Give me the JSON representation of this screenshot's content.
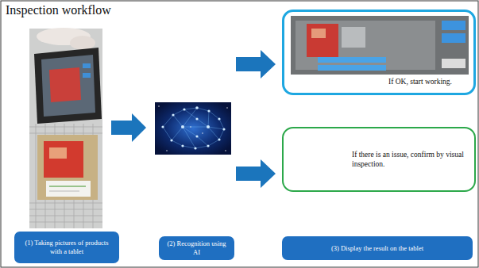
{
  "diagram": {
    "title": "Inspection workflow",
    "nodes": [
      {
        "text": [
          "If OK, start working."
        ]
      },
      {
        "text": [
          "If there is an issue, confirm by visual inspection."
        ]
      },
      {
        "text": [
          "(1) Taking pictures of products with a tablet"
        ]
      },
      {
        "text": [
          "(2) Recognition using AI"
        ]
      },
      {
        "text": [
          "(3) Display the result on the tablet"
        ]
      }
    ]
  }
}
